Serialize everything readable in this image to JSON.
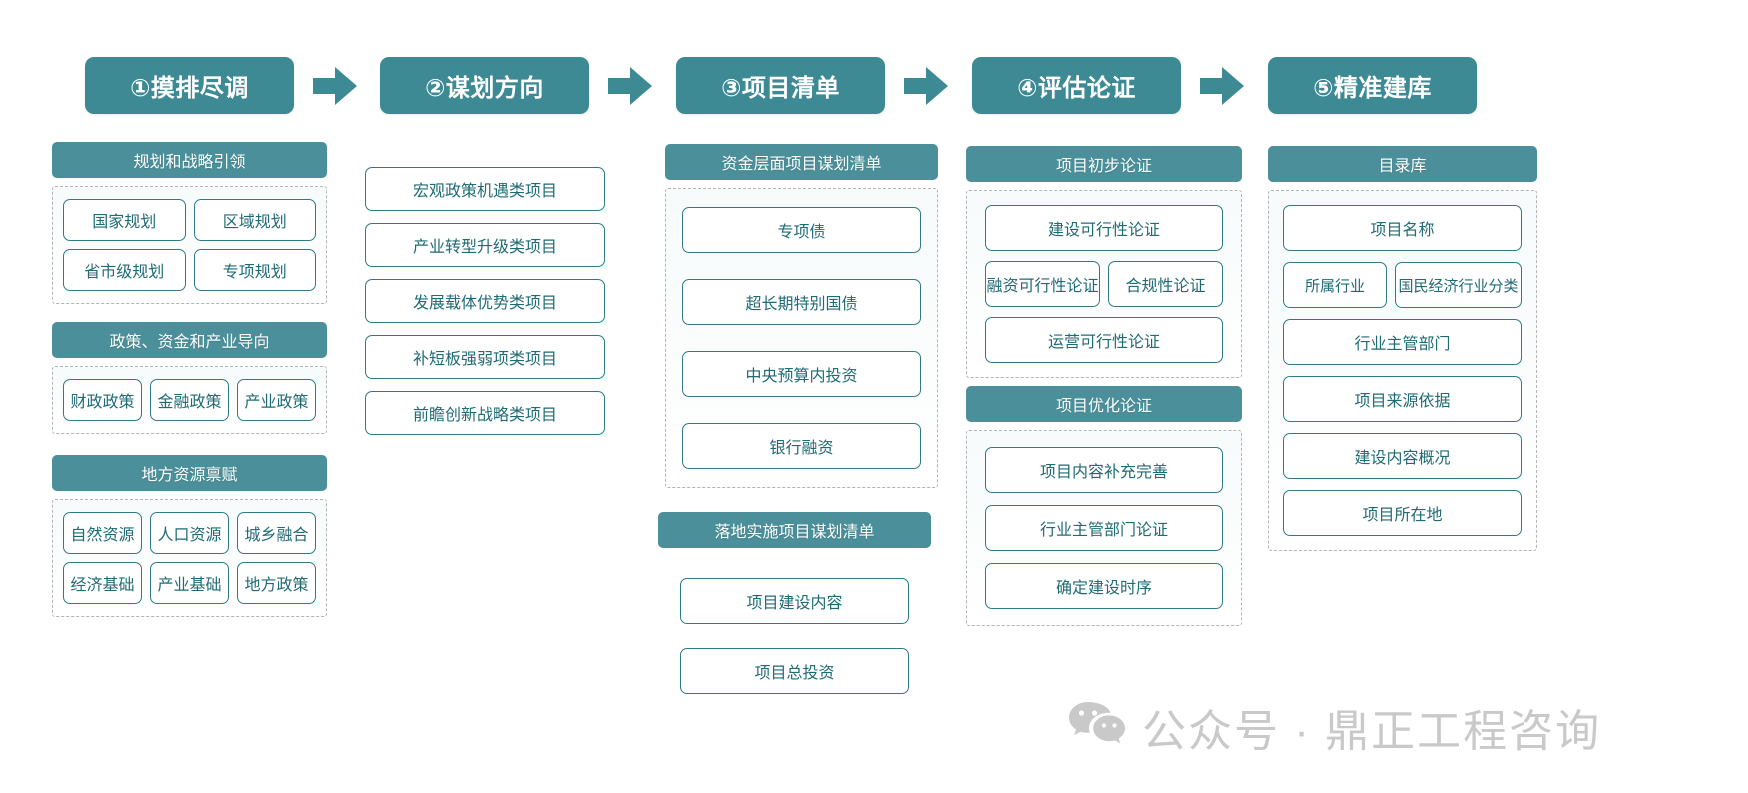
{
  "theme": {
    "header_teal": "#3d8a95",
    "group_teal": "#4a8f99",
    "box_border": "#2e7b85",
    "box_text": "#1f6b74",
    "dashed_gray": "#b4b4b4",
    "watermark_gray": "#c9c9c9"
  },
  "arrow_icon": "arrow-right-icon",
  "stages": [
    {
      "id": "stage-1",
      "title": "①摸排尽调",
      "groups": [
        {
          "title": "规划和战略引领",
          "rows": [
            [
              "国家规划",
              "区域规划"
            ],
            [
              "省市级规划",
              "专项规划"
            ]
          ]
        },
        {
          "title": "政策、资金和产业导向",
          "rows": [
            [
              "财政政策",
              "金融政策",
              "产业政策"
            ]
          ]
        },
        {
          "title": "地方资源禀赋",
          "rows": [
            [
              "自然资源",
              "人口资源",
              "城乡融合"
            ],
            [
              "经济基础",
              "产业基础",
              "地方政策"
            ]
          ]
        }
      ]
    },
    {
      "id": "stage-2",
      "title": "②谋划方向",
      "list": [
        "宏观政策机遇类项目",
        "产业转型升级类项目",
        "发展载体优势类项目",
        "补短板强弱项类项目",
        "前瞻创新战略类项目"
      ]
    },
    {
      "id": "stage-3",
      "title": "③项目清单",
      "groups": [
        {
          "title": "资金层面项目谋划清单",
          "rows": [
            [
              "专项债"
            ],
            [
              "超长期特别国债"
            ],
            [
              "中央预算内投资"
            ],
            [
              "银行融资"
            ]
          ]
        },
        {
          "title": "落地实施项目谋划清单",
          "dashed": false,
          "rows": [
            [
              "项目建设内容"
            ],
            [
              "项目总投资"
            ]
          ]
        }
      ]
    },
    {
      "id": "stage-4",
      "title": "④评估论证",
      "groups": [
        {
          "title": "项目初步论证",
          "rows": [
            [
              "建设可行性论证"
            ],
            [
              "融资可行性论证",
              "合规性论证"
            ],
            [
              "运营可行性论证"
            ]
          ]
        },
        {
          "title": "项目优化论证",
          "rows": [
            [
              "项目内容补充完善"
            ],
            [
              "行业主管部门论证"
            ],
            [
              "确定建设时序"
            ]
          ]
        }
      ]
    },
    {
      "id": "stage-5",
      "title": "⑤精准建库",
      "groups": [
        {
          "title": "目录库",
          "rows": [
            [
              "项目名称"
            ],
            [
              "所属行业",
              "国民经济行业分类"
            ],
            [
              "行业主管部门"
            ],
            [
              "项目来源依据"
            ],
            [
              "建设内容概况"
            ],
            [
              "项目所在地"
            ]
          ]
        }
      ]
    }
  ],
  "watermark": {
    "icon": "wechat-icon",
    "text": "公众号 · 鼎正工程咨询"
  }
}
